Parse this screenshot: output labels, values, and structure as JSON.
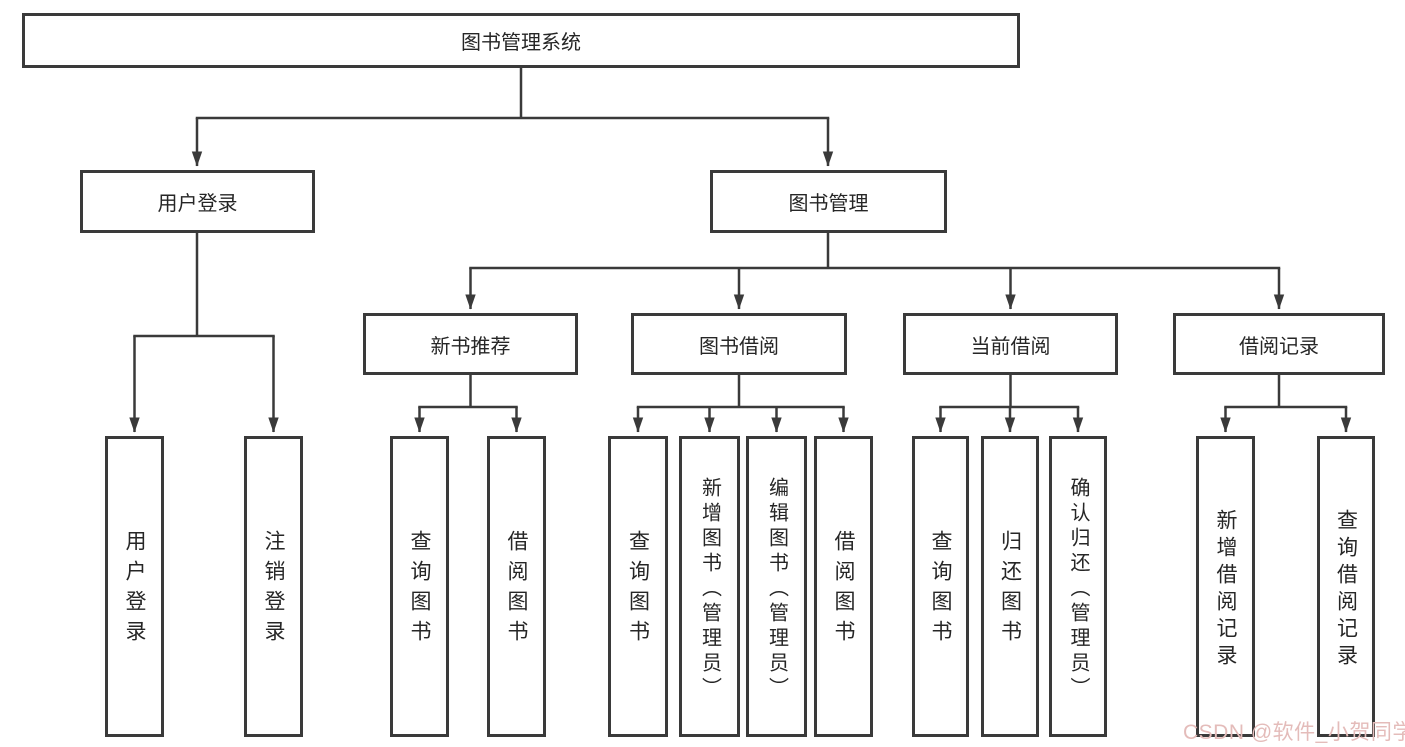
{
  "tree": {
    "root": {
      "label": "图书管理系统"
    },
    "branches": [
      {
        "label": "用户登录",
        "children": [
          {
            "label": "用户登录"
          },
          {
            "label": "注销登录"
          }
        ]
      },
      {
        "label": "图书管理",
        "children": [
          {
            "label": "新书推荐",
            "children": [
              {
                "label": "查询图书"
              },
              {
                "label": "借阅图书"
              }
            ]
          },
          {
            "label": "图书借阅",
            "children": [
              {
                "label": "查询图书"
              },
              {
                "label": "新增图书（管理员）"
              },
              {
                "label": "编辑图书（管理员）"
              },
              {
                "label": "借阅图书"
              }
            ]
          },
          {
            "label": "当前借阅",
            "children": [
              {
                "label": "查询图书"
              },
              {
                "label": "归还图书"
              },
              {
                "label": "确认归还（管理员）"
              }
            ]
          },
          {
            "label": "借阅记录",
            "children": [
              {
                "label": "新增借阅记录"
              },
              {
                "label": "查询借阅记录"
              }
            ]
          }
        ]
      }
    ]
  },
  "watermark": {
    "text": "CSDN @软件_小贺同学"
  },
  "colors": {
    "line": "#3a3a3a",
    "box_border": "#3a3a3a",
    "text": "#262626",
    "background": "#ffffff",
    "watermark": "#e4bcba"
  }
}
